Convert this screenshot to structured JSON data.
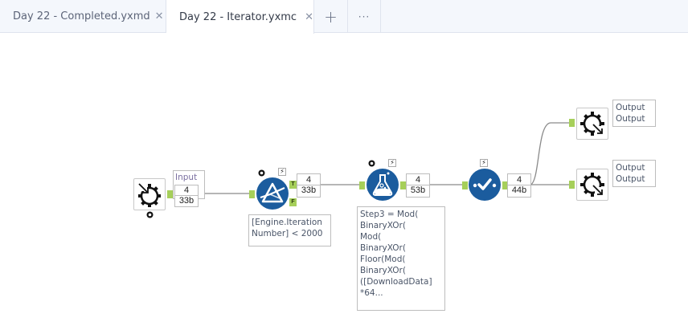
{
  "tabs": [
    {
      "label": "Day 22 - Completed.yxmd",
      "close": "✕",
      "active": false
    },
    {
      "label": "Day 22 - Iterator.yxmc",
      "close": "✕",
      "active": true
    }
  ],
  "tab_actions": {
    "add": "+",
    "more": "···"
  },
  "workflow": {
    "macro_input": {
      "icon": "macro-input-icon",
      "annotation": "Input",
      "records": "4",
      "size": "33b"
    },
    "filter": {
      "icon": "filter-icon",
      "annotation": "[Engine.Iteration\nNumber] < 2000",
      "true_label": "T",
      "false_label": "F",
      "records": "4",
      "size": "33b"
    },
    "formula": {
      "icon": "formula-icon",
      "annotation": "Step3 = Mod(\nBinaryXOr(\nMod(\nBinaryXOr(\nFloor(Mod(\nBinaryXOr(\n([DownloadData]\n*64...",
      "records": "4",
      "size": "53b"
    },
    "select": {
      "icon": "select-icon",
      "records": "4",
      "size": "44b"
    },
    "output1": {
      "icon": "macro-output-icon",
      "annotation": "Output\nOutput"
    },
    "output2": {
      "icon": "macro-output-icon",
      "annotation": "Output\nOutput"
    },
    "flash_glyph": "⚡",
    "colors": {
      "tool_blue": "#1b5c9e",
      "anchor_green": "#a6cf5a",
      "connector": "#8a8a8a",
      "annotation_text": "#4a5568"
    }
  }
}
